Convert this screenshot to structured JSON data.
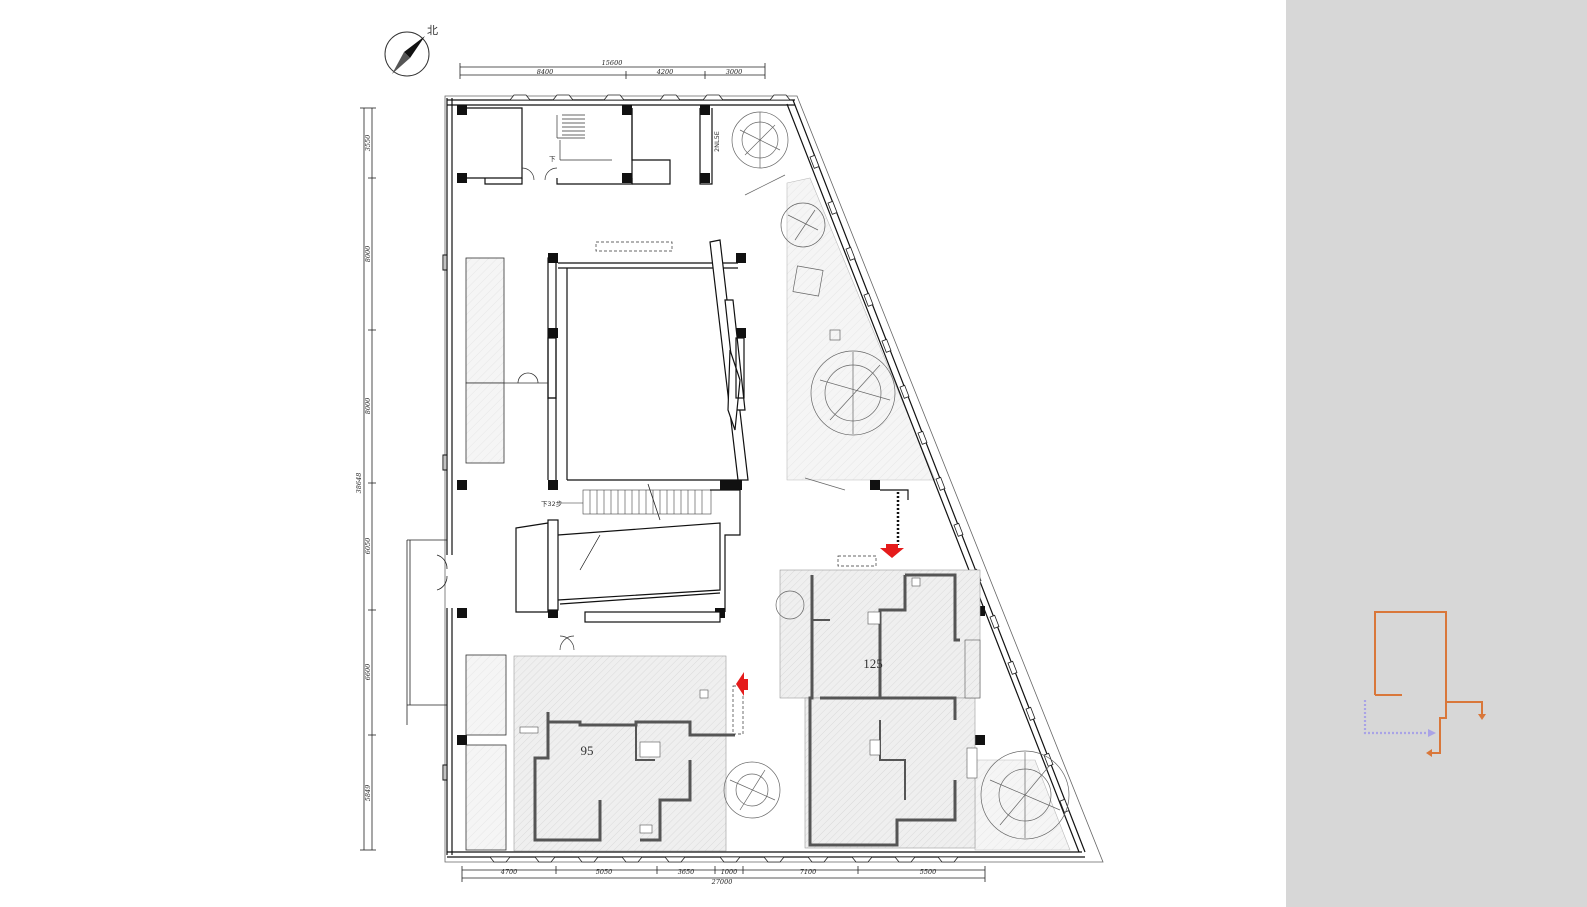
{
  "north_label": "北",
  "dimensions": {
    "top_total": "15600",
    "top_segments": [
      "8400",
      "4200",
      "3000"
    ],
    "bottom_total": "27000",
    "bottom_segments": [
      "4700",
      "5050",
      "3650",
      "1000",
      "7100",
      "5500"
    ],
    "left_total": "38648",
    "left_segments": [
      "3550",
      "8000",
      "8000",
      "6050",
      "6600",
      "5849"
    ]
  },
  "labels": {
    "stair_down": "下",
    "stair_down_steps": "下32步",
    "side_note": "2NL5E"
  },
  "units": {
    "unit_a": "125",
    "unit_b": "95"
  },
  "colors": {
    "wall": "#111111",
    "hatch": "#e8e8e8",
    "entry_arrow": "#e51b1b",
    "legend_orange": "#d9773a",
    "legend_lavender": "#a9a3e6",
    "panel": "#d7d7d7"
  }
}
